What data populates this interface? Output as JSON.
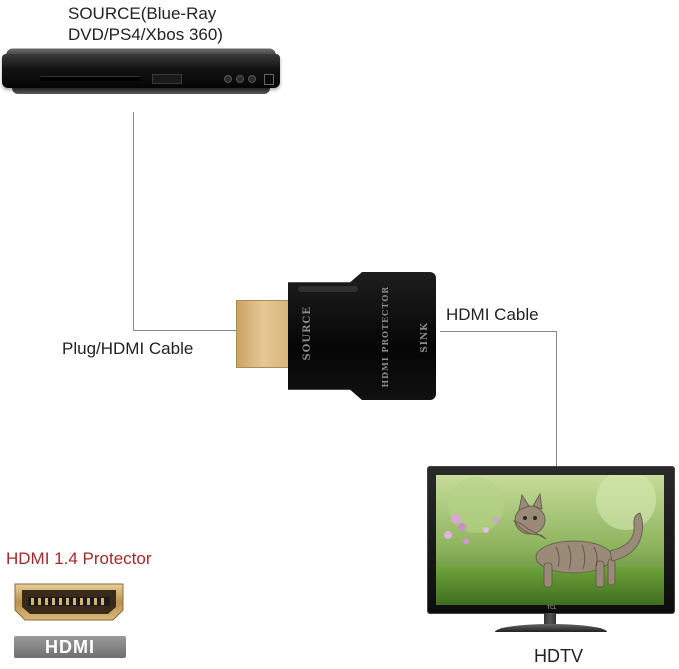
{
  "labels": {
    "source_line1": "SOURCE(Blue-Ray",
    "source_line2": "DVD/PS4/Xbos 360)",
    "plug_cable": "Plug/HDMI Cable",
    "hdmi_cable": "HDMI Cable",
    "hdtv": "HDTV",
    "protector_title": "HDMI 1.4 Protector"
  },
  "adapter": {
    "source_text": "SOURCE",
    "protector_text": "HDMI PROTECTOR",
    "sink_text": "SINK"
  },
  "tv": {
    "brand": "TCL"
  },
  "badge": {
    "text": "HDMI"
  },
  "colors": {
    "connector_line": "#8a8a8a",
    "protector_title": "#a52a2a",
    "gold_plug": "#e6c993",
    "badge": "#8a8a8a"
  }
}
